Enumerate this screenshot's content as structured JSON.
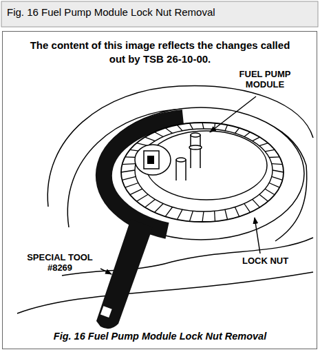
{
  "diagram": {
    "title": "Fig. 16 Fuel Pump Module Lock Nut Removal",
    "caption": "Fig. 16 Fuel Pump Module Lock Nut Removal",
    "labels": [
      "The content of this image reflects the changes called out by TSB 26-10-00.",
      "FUEL PUMP MODULE",
      "SPECIAL TOOL #8269",
      "LOCK NUT"
    ]
  }
}
